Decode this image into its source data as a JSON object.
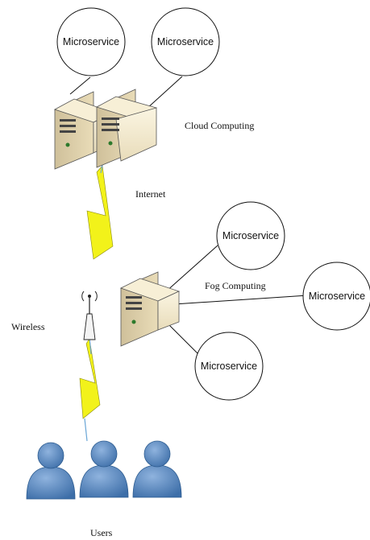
{
  "labels": {
    "cloud": "Cloud Computing",
    "internet": "Internet",
    "fog": "Fog Computing",
    "wireless": "Wireless",
    "users": "Users"
  },
  "microservices": {
    "cloud_1": "Microservice",
    "cloud_2": "Microservice",
    "fog_1": "Microservice",
    "fog_2": "Microservice",
    "fog_3": "Microservice"
  },
  "colors": {
    "server_body": "#f2e7c8",
    "lightning": "#f2f21a",
    "user": "#4d7fb8"
  },
  "icons": {
    "cloud_server": "server-icon",
    "fog_server": "server-icon",
    "access_point": "wireless-antenna-icon",
    "user": "user-icon"
  }
}
